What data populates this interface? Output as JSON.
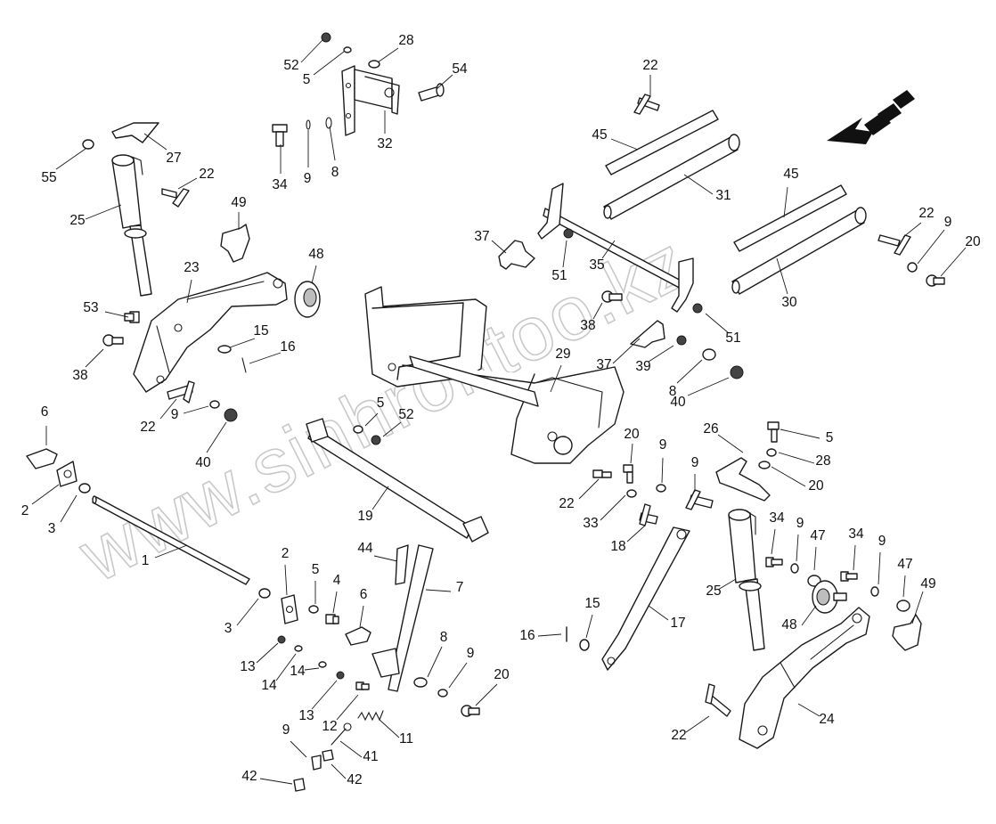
{
  "diagram": {
    "watermark": "www.sinhrontoo.kz",
    "colors": {
      "ink": "#1a1a1a",
      "watermark": "#c9c9c9",
      "shade": "#bdbdbd",
      "background": "#ffffff"
    },
    "callouts": [
      "52",
      "5",
      "28",
      "54",
      "55",
      "27",
      "22",
      "25",
      "34",
      "9",
      "8",
      "32",
      "22",
      "45",
      "31",
      "45",
      "22",
      "9",
      "20",
      "30",
      "49",
      "48",
      "23",
      "53",
      "15",
      "16",
      "38",
      "37",
      "51",
      "35",
      "38",
      "51",
      "37",
      "39",
      "8",
      "29",
      "40",
      "6",
      "2",
      "3",
      "22",
      "9",
      "40",
      "5",
      "52",
      "19",
      "1",
      "20",
      "9",
      "33",
      "26",
      "5",
      "28",
      "20",
      "22",
      "9",
      "18",
      "2",
      "5",
      "4",
      "6",
      "44",
      "7",
      "3",
      "13",
      "14",
      "14",
      "13",
      "12",
      "8",
      "9",
      "20",
      "11",
      "9",
      "41",
      "42",
      "42",
      "15",
      "16",
      "17",
      "25",
      "34",
      "9",
      "47",
      "34",
      "9",
      "47",
      "49",
      "48",
      "22",
      "24"
    ]
  }
}
